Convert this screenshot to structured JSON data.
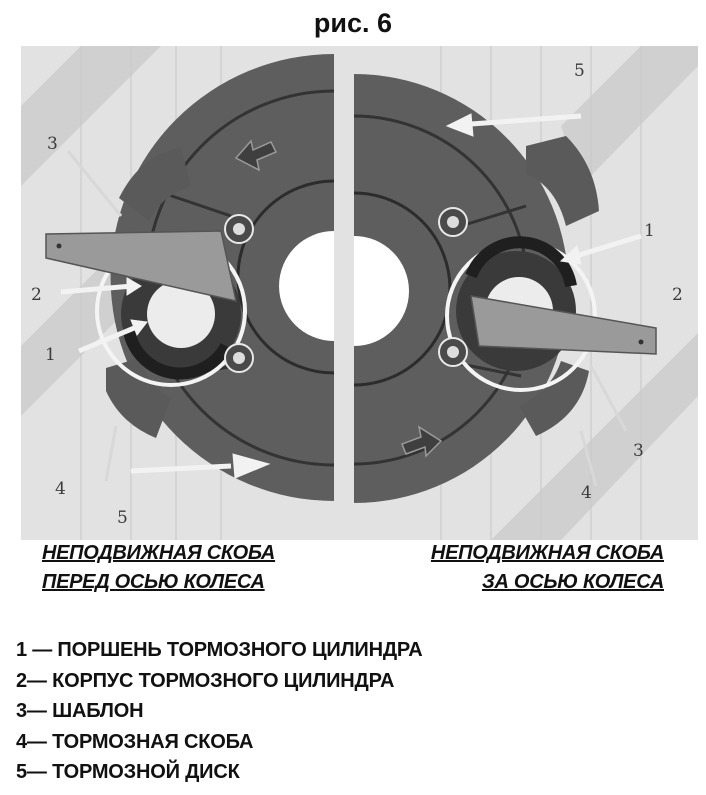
{
  "figure": {
    "title": "рис. 6"
  },
  "photo": {
    "callouts_left": [
      "1",
      "2",
      "3",
      "4",
      "5"
    ],
    "callouts_right": [
      "1",
      "2",
      "3",
      "4",
      "5"
    ]
  },
  "captions": {
    "left": {
      "line1": "НЕПОДВИЖНАЯ СКОБА",
      "line2": "ПЕРЕД ОСЬЮ КОЛЕСА"
    },
    "right": {
      "line1": "НЕПОДВИЖНАЯ СКОБА",
      "line2": "ЗА ОСЬЮ КОЛЕСА"
    }
  },
  "legend": [
    "1 — ПОРШЕНЬ ТОРМОЗНОГО ЦИЛИНДРА",
    "2— КОРПУС ТОРМОЗНОГО ЦИЛИНДРА",
    "3— ШАБЛОН",
    "4— ТОРМОЗНАЯ СКОБА",
    "5— ТОРМОЗНОЙ ДИСК"
  ],
  "colors": {
    "disc": "#5e5e5e",
    "background": "#e2e2e2",
    "template": "#9a9a9a",
    "arrow": "#f2f2f2"
  }
}
